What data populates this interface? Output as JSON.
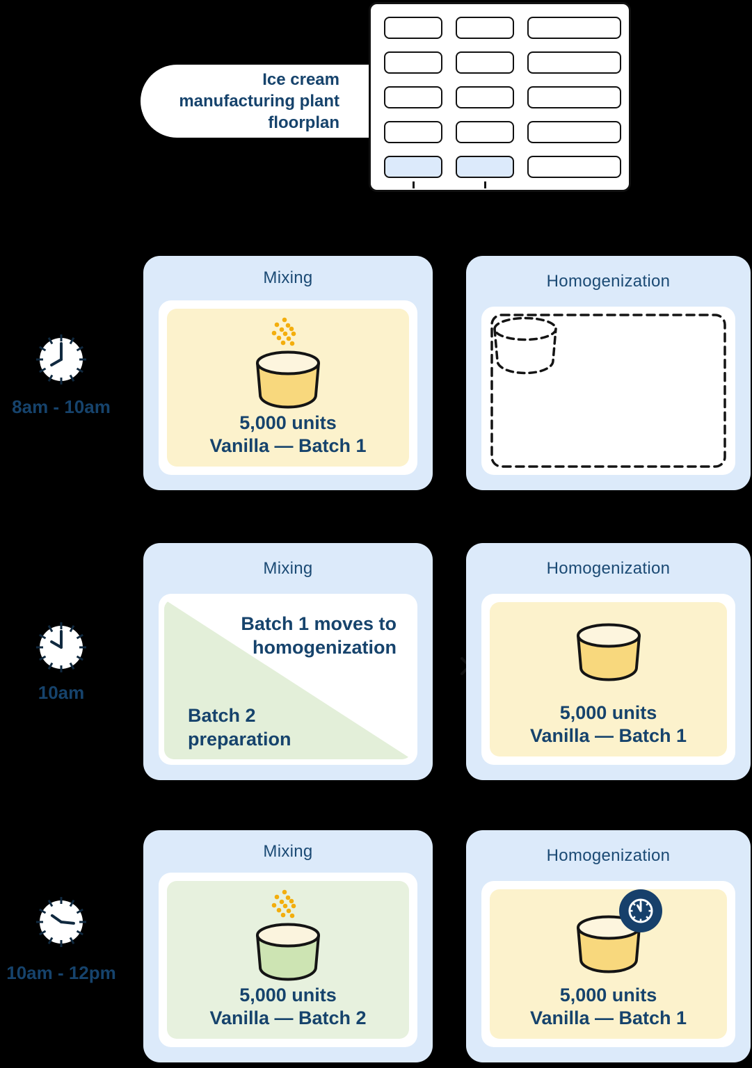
{
  "title_capsule": {
    "text": "Ice cream manufacturing plant floorplan"
  },
  "floorplan": {
    "rows": 5,
    "cols": 3,
    "highlighted_cells": "bottom row, columns 1 and 2",
    "highlight_color": "#DCEAFB"
  },
  "timeline": [
    {
      "time_label": "8am - 10am",
      "clock_time": "8:00",
      "mixing": {
        "header": "Mixing",
        "units": "5,000 units",
        "batch": "Vanilla — Batch 1"
      },
      "homogenization": {
        "header": "Homogenization",
        "state": "empty (dashed placeholder)"
      }
    },
    {
      "time_label": "10am",
      "clock_time": "10:00",
      "mixing": {
        "header": "Mixing",
        "note_top": "Batch 1 moves to homogenization",
        "note_bottom": "Batch 2 preparation"
      },
      "homogenization": {
        "header": "Homogenization",
        "units": "5,000 units",
        "batch": "Vanilla — Batch 1"
      }
    },
    {
      "time_label": "10am - 12pm",
      "clock_time": "10:10",
      "mixing": {
        "header": "Mixing",
        "units": "5,000 units",
        "batch": "Vanilla — Batch 2"
      },
      "homogenization": {
        "header": "Homogenization",
        "units": "5,000 units",
        "batch": "Vanilla — Batch 1",
        "timer_badge": true
      }
    }
  ],
  "colors": {
    "background": "#000000",
    "navy_text": "#16436C",
    "card_blue": "#DCEAFA",
    "panel_yellow": "#FCF2CC",
    "panel_green": "#E7F1DE",
    "triangle_green": "#E3EFD9",
    "vat_yellow": "#F8D87D",
    "vat_green": "#CDE4B3",
    "vat_cream": "#FDF5DE",
    "sprinkle_orange": "#F3AE0D",
    "outline_black": "#141414",
    "badge_navy": "#17406B",
    "cell_highlight": "#DCEAFB"
  }
}
